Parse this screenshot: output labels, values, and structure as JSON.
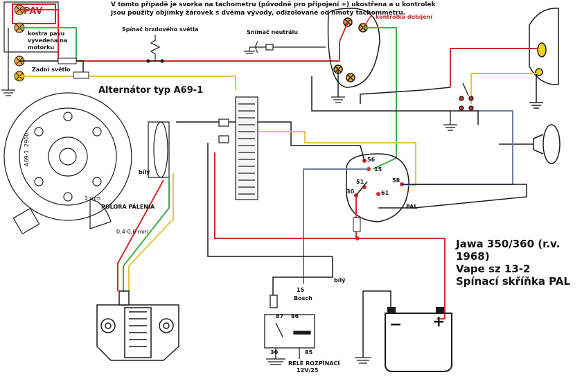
{
  "notes": {
    "top_note_line1": "V tomto případě je svorka na tachometru (původně pro připojení +) ukostřena a u kontrolek",
    "top_note_line2": "jsou použity objímky žárovek s dvěma vývody, odizolované od hmoty tachommetru."
  },
  "labels": {
    "pav": "PAV",
    "kostra_line1": "kostra pavu",
    "kostra_line2": "vyvedena na",
    "kostra_line3": "motorku",
    "zadni_svetlo": "Zadní světlo",
    "spinac_brzdoveho": "Spínač brzdového světla",
    "snimac_neutralu": "Snímač neutrálu",
    "kontrolka_dobijeni": "kontrolka dobíjení",
    "alternator": "Alternátor typ A69-1",
    "bily_1": "bílý",
    "bily_2": "bílý",
    "pal": "PAL",
    "t56": "56",
    "t15": "15",
    "t51": "51",
    "t30": "30",
    "t61": "61",
    "t58": "58",
    "bosch_15": "15",
    "bosch": "Bosch",
    "r87": "87",
    "r86": "86",
    "r30": "30",
    "r85": "85",
    "rele_line1": "RELÉ ROZPÍNACÍ",
    "rele_line2": "12V/25",
    "polora": "POLORA PÁLENIA",
    "gap": "0,4-0,6 mm",
    "mm": "2 mm",
    "alt_code": "A69-1",
    "alt_num": "2900",
    "battery_minus": "−",
    "battery_plus": "+"
  },
  "title": {
    "line1": "Jawa 350/360 (r.v.",
    "line2": "1968)",
    "line3": "Vape sz 13-2",
    "line4": "Spínací skříňka PAL"
  },
  "colors": {
    "red_wire": "#d42a2a",
    "green_wire": "#3fae49",
    "yellow_wire": "#e8c440",
    "blue_wire": "#6d7ea8",
    "black_wire": "#1a1a1a",
    "bulb": "#f2a73b",
    "lamp_yellow": "#f4d31c"
  }
}
